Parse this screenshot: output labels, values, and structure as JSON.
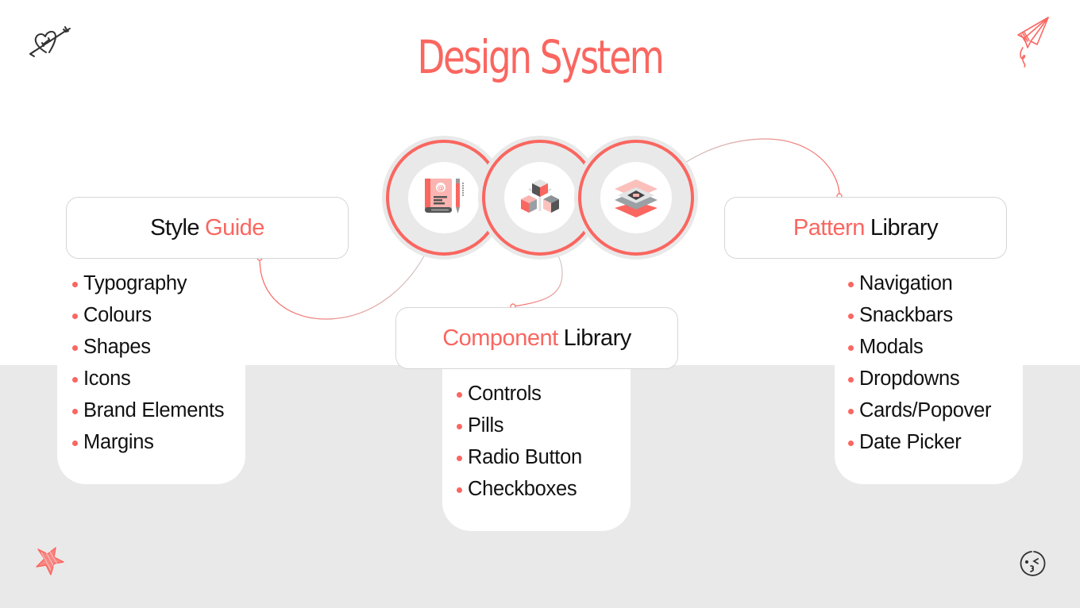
{
  "title": "Design System",
  "colors": {
    "accent": "#fa6660",
    "text": "#111111",
    "background_top": "#ffffff",
    "background_bottom": "#e9e9e9",
    "box_border": "#d6d6d6"
  },
  "icons": {
    "hub_left": "style-guide-book-icon",
    "hub_center": "component-cubes-icon",
    "hub_right": "pattern-layers-icon",
    "top_left_decor": "heart-arrow-doodle-icon",
    "top_right_decor": "paper-plane-doodle-icon",
    "bottom_left_decor": "star-doodle-icon",
    "bottom_right_decor": "kissing-face-doodle-icon"
  },
  "sections": {
    "style_guide": {
      "title_part1": "Style",
      "title_part2": "Guide",
      "items": [
        "Typography",
        "Colours",
        "Shapes",
        "Icons",
        "Brand Elements",
        "Margins"
      ]
    },
    "component_library": {
      "title_part1": "Component",
      "title_part2": "Library",
      "items": [
        "Controls",
        "Pills",
        "Radio Button",
        "Checkboxes"
      ]
    },
    "pattern_library": {
      "title_part1": "Pattern",
      "title_part2": "Library",
      "items": [
        "Navigation",
        "Snackbars",
        "Modals",
        "Dropdowns",
        "Cards/Popover",
        "Date Picker"
      ]
    }
  }
}
